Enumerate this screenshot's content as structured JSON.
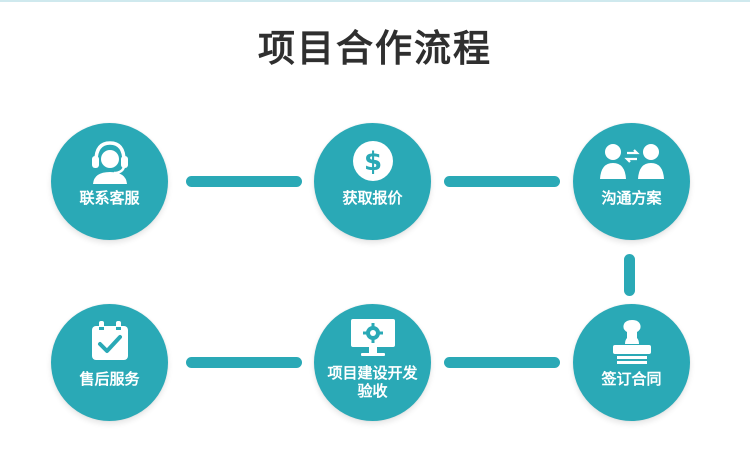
{
  "title": "项目合作流程",
  "colors": {
    "accent": "#2aa9b6",
    "title_text": "#2f2f2f",
    "label_text": "#ffffff"
  },
  "steps": [
    {
      "label": "联系客服",
      "icon": "headset-support-icon"
    },
    {
      "label": "获取报价",
      "icon": "dollar-coin-icon"
    },
    {
      "label": "沟通方案",
      "icon": "two-people-exchange-icon"
    },
    {
      "label": "签订合同",
      "icon": "stamp-icon"
    },
    {
      "label_line1": "项目建设开发",
      "label_line2": "验收",
      "icon": "monitor-gear-icon"
    },
    {
      "label": "售后服务",
      "icon": "calendar-check-icon"
    }
  ]
}
